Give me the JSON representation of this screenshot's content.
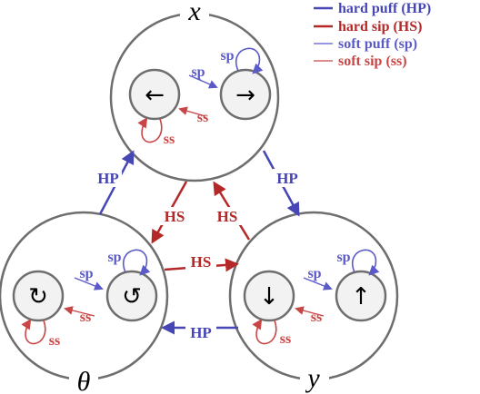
{
  "colors": {
    "hard_puff": "#4646b4",
    "hard_sip": "#b42828",
    "soft_puff": "#5a5ac8",
    "soft_sip": "#c84646",
    "outline": "#6e6e6e",
    "state_fill": "#f2f2f2"
  },
  "legend": [
    {
      "key": "HP",
      "label": "hard puff (HP)",
      "color_key": "hard_puff",
      "weight": "hard"
    },
    {
      "key": "HS",
      "label": "hard sip (HS)",
      "color_key": "hard_sip",
      "weight": "hard"
    },
    {
      "key": "sp",
      "label": "soft puff (sp)",
      "color_key": "soft_puff",
      "weight": "soft"
    },
    {
      "key": "ss",
      "label": "soft sip (ss)",
      "color_key": "soft_sip",
      "weight": "soft"
    }
  ],
  "axes": {
    "x": {
      "label": "x",
      "left_glyph": "←",
      "right_glyph": "→",
      "left_icon": "arrow-left-icon",
      "right_icon": "arrow-right-icon"
    },
    "theta": {
      "label": "θ",
      "left_glyph": "↻",
      "right_glyph": "↺",
      "left_icon": "rotate-cw-icon",
      "right_icon": "rotate-ccw-icon"
    },
    "y": {
      "label": "y",
      "left_glyph": "↓",
      "right_glyph": "↑",
      "left_icon": "arrow-down-icon",
      "right_icon": "arrow-up-icon"
    }
  },
  "edge_labels": {
    "sp": "sp",
    "ss": "ss",
    "HP": "HP",
    "HS": "HS"
  }
}
